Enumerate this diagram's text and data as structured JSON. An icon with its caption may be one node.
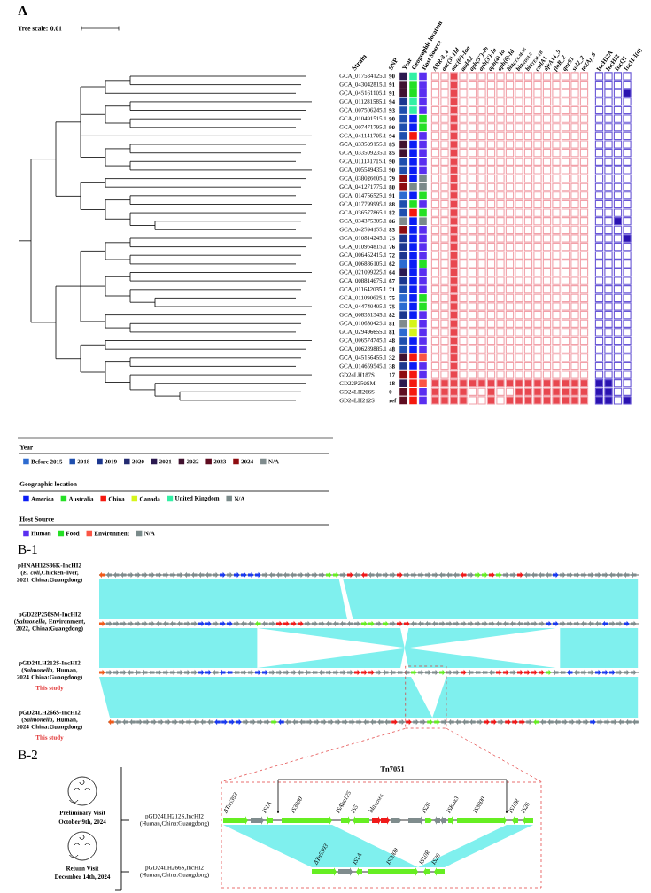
{
  "diagram": {
    "nodes": [
      {
        "text": [],
        "shape": "box"
      },
      {
        "text": [],
        "shape": "box"
      }
    ],
    "edges": [
      {
        "from": 0,
        "to": 1,
        "arrow": "none",
        "style": "dashed",
        "color": "#e03030"
      },
      {
        "from": 0,
        "to": 1,
        "arrow": "none",
        "style": "dashed",
        "color": "#e03030"
      }
    ],
    "labels": [
      "A",
      "Tree scale: 0.01",
      "Strain",
      "SNP",
      "Year",
      "Geographic location",
      "Host Source",
      "ARR-3_4",
      "aac(3)-IId",
      "aac(6')-Iaa",
      "aadA2",
      "aph(3'')-Ib",
      "aph(3')-Ia",
      "aph(4)-Ia",
      "aph(6)-Id",
      "bla$_{CTX-M-55}$",
      "bla$_{NDM-5}$",
      "bla$_{TEM-1B}$",
      "cmlA1",
      "dfrA14_5",
      "floR_2",
      "qnrS1",
      "sul2_2",
      "tet(A)_6",
      "IncHI2A",
      "IncHI2",
      "IncQ1",
      "IncI1-I(α)",
      "GCA_017584125.1",
      "90",
      "GCA_043042815.1",
      "91",
      "GCA_045161105.1",
      "91",
      "GCA_011281585.1",
      "94",
      "GCA_007506245.1",
      "93",
      "GCA_010491515.1",
      "90",
      "GCA_007471795.1",
      "90",
      "GCA_041141705.1",
      "94",
      "GCA_033509155.1",
      "85",
      "GCA_033509235.1",
      "85",
      "GCA_011131715.1",
      "90",
      "GCA_005549435.1",
      "90",
      "GCA_038026605.1",
      "79",
      "GCA_041271775.1",
      "80",
      "GCA_014756525.1",
      "91",
      "GCA_017799995.1",
      "88",
      "GCA_036577865.1",
      "82",
      "GCA_034375305.1",
      "86",
      "GCA_042594155.1",
      "83",
      "GCA_010814245.1",
      "75",
      "GCA_010964815.1",
      "76",
      "GCA_006452415.1",
      "72",
      "GCA_006886105.1",
      "62",
      "GCA_021099225.1",
      "64",
      "GCA_008814675.1",
      "67",
      "GCA_011642035.1",
      "71",
      "GCA_011090625.1",
      "75",
      "GCA_044740405.1",
      "75",
      "GCA_008351345.1",
      "82",
      "GCA_010630425.1",
      "81",
      "GCA_029496655.1",
      "81",
      "GCA_006574745.1",
      "48",
      "GCA_006289885.1",
      "48",
      "GCA_045156455.1",
      "32",
      "GCA_014659545.1",
      "38",
      "GD24LH187S",
      "17",
      "GD22P250SM",
      "18",
      "GD24LH266S",
      "0",
      "GD24LH212S",
      "ref",
      "Year",
      "Geographic location",
      "Host Source",
      "B-1",
      "pHNAH12S36K-IncHI2 (*E. coli*,Chicken-liver, 2021 China:Guangdong)",
      "pGD22P250SM-IncHI2 (*Salmonella*, Environment, 2022, China:Guangdong)",
      "pGD24LH212S-IncHI2 (*Salmonella*, Human, 2024 China:Guangdong)",
      "This study",
      "pGD24LH266S-IncHI2 (*Salmonella*, Human, 2024 China:Guangdong)",
      "This study",
      "B-2",
      "Tn7051",
      "ΔTn5393",
      "IS1A",
      "IS3000",
      "ISAba125",
      "IS5",
      "bla$_{NDM-5}$",
      "IS26",
      "ISKox3",
      "IS3000",
      "IS10R",
      "IS26",
      "pGD24LH212S,IncHI2 (Human,China:Guangdong)",
      "ΔTn5393",
      "IS1A",
      "IS3000",
      "IS10R",
      "IS26",
      "pGD24LH266S,IncHI2 (Human,China:Guangdong)",
      "Preliminary Visit",
      "October 9th, 2024",
      "Return Visit",
      "December 14th, 2024"
    ],
    "legend": [
      {
        "text": "Before 2015",
        "color": "#2d6bd0"
      },
      {
        "text": "2018",
        "color": "#1f4fae"
      },
      {
        "text": "2019",
        "color": "#1c378f"
      },
      {
        "text": "2020",
        "color": "#232a70"
      },
      {
        "text": "2021",
        "color": "#2c1a50"
      },
      {
        "text": "2022",
        "color": "#40122f"
      },
      {
        "text": "2023",
        "color": "#5e0c20"
      },
      {
        "text": "2024",
        "color": "#8e0c10"
      },
      {
        "text": "N/A",
        "color": "#7f8b8d"
      },
      {
        "text": "America",
        "color": "#0b1df5"
      },
      {
        "text": "Australia",
        "color": "#25e025"
      },
      {
        "text": "China",
        "color": "#f5190f"
      },
      {
        "text": "Canada",
        "color": "#d6f51a"
      },
      {
        "text": "United Kingdom",
        "color": "#33f0a5"
      },
      {
        "text": "N/A",
        "color": "#7a8a8a"
      },
      {
        "text": "Human",
        "color": "#5a2ff0"
      },
      {
        "text": "Food",
        "color": "#25e025"
      },
      {
        "text": "Environment",
        "color": "#fa5545"
      },
      {
        "text": "N/A",
        "color": "#7a8a8a"
      }
    ]
  }
}
